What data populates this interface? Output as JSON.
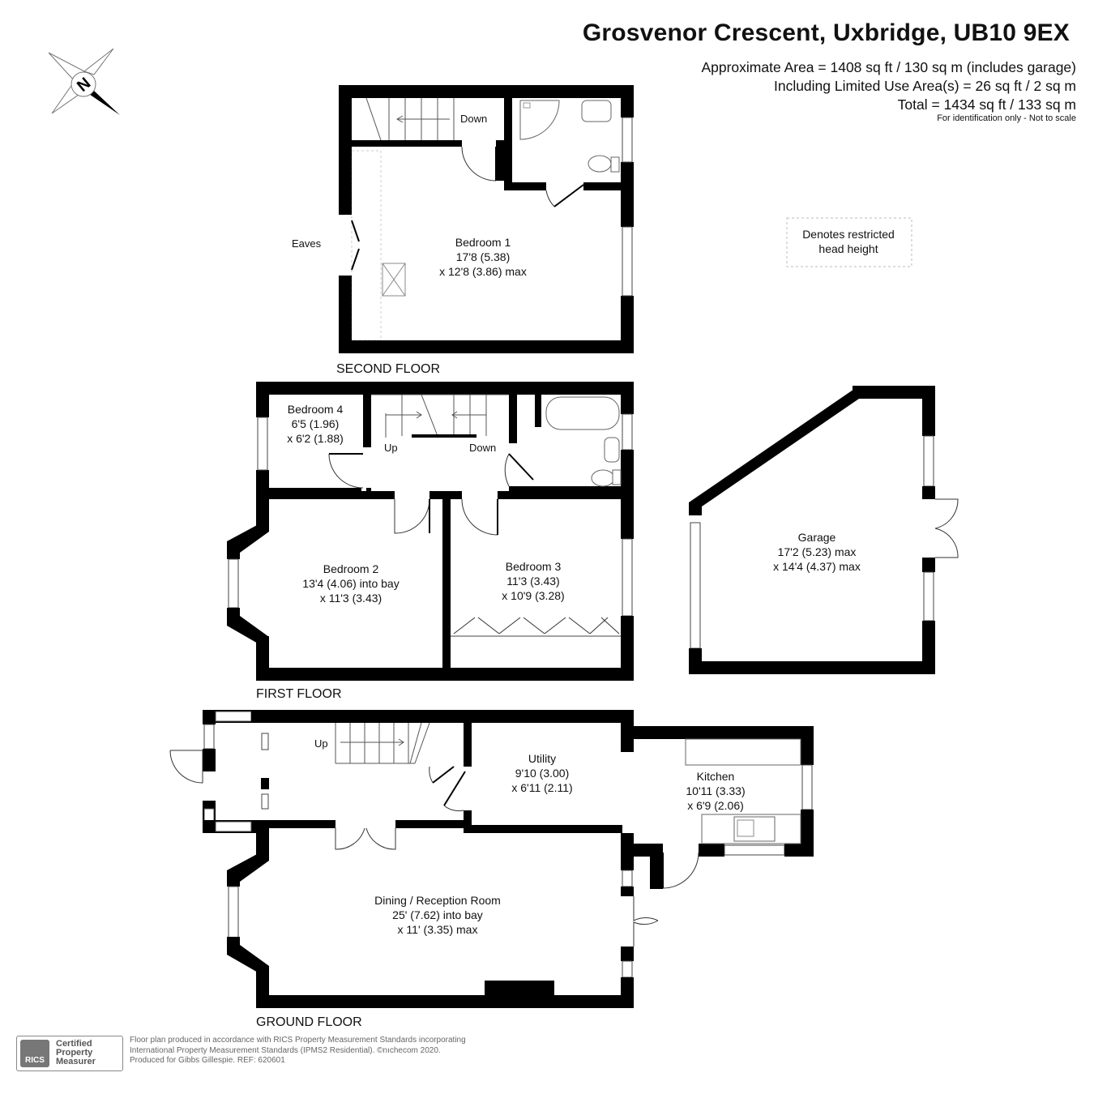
{
  "header": {
    "title": "Grosvenor Crescent, Uxbridge, UB10 9EX",
    "area_lines": [
      "Approximate Area = 1408 sq ft / 130 sq m (includes garage)",
      "Including Limited Use Area(s) = 26 sq ft / 2 sq m",
      "Total = 1434 sq ft / 133 sq m"
    ],
    "note": "For identification only - Not to scale"
  },
  "compass": {
    "label": "N",
    "icon": "compass-north-icon"
  },
  "legend": {
    "restricted_head_height": [
      "Denotes restricted",
      "head height"
    ]
  },
  "floors": {
    "second": {
      "label": "SECOND FLOOR",
      "eaves": "Eaves",
      "stairs_label": "Down",
      "rooms": [
        {
          "name": "Bedroom 1",
          "dim1": "17'8 (5.38)",
          "dim2": "x 12'8 (3.86)  max"
        }
      ]
    },
    "first": {
      "label": "FIRST FLOOR",
      "stairs_up": "Up",
      "stairs_down": "Down",
      "rooms": [
        {
          "name": "Bedroom 4",
          "dim1": "6'5 (1.96)",
          "dim2": "x 6'2 (1.88)"
        },
        {
          "name": "Bedroom 2",
          "dim1": "13'4 (4.06) into bay",
          "dim2": "x 11'3 (3.43)"
        },
        {
          "name": "Bedroom 3",
          "dim1": "11'3 (3.43)",
          "dim2": "x 10'9 (3.28)"
        }
      ]
    },
    "garage": {
      "rooms": [
        {
          "name": "Garage",
          "dim1": "17'2 (5.23) max",
          "dim2": "x 14'4 (4.37) max"
        }
      ]
    },
    "ground": {
      "label": "GROUND FLOOR",
      "stairs_up": "Up",
      "rooms": [
        {
          "name": "Utility",
          "dim1": "9'10 (3.00)",
          "dim2": "x 6'11 (2.11)"
        },
        {
          "name": "Kitchen",
          "dim1": "10'11 (3.33)",
          "dim2": "x 6'9 (2.06)"
        },
        {
          "name": "Dining / Reception Room",
          "dim1": "25' (7.62) into bay",
          "dim2": "x 11' (3.35) max"
        }
      ]
    }
  },
  "footer": {
    "lines": [
      "Floor plan produced in accordance with RICS Property Measurement Standards incorporating",
      "International Property Measurement Standards (IPMS2 Residential).  ©nıchecom 2020.",
      "Produced for Gibbs Gillespie.   REF: 620601"
    ],
    "badge": {
      "logo": "RICS",
      "lines": [
        "Certified",
        "Property",
        "Measurer"
      ]
    }
  }
}
